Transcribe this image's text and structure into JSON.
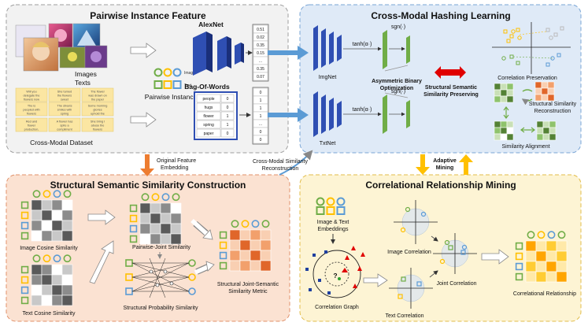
{
  "panels": {
    "pairwise": {
      "title": "Pairwise Instance Feature",
      "images_label": "Images",
      "texts_label": "Texts",
      "dataset_label": "Cross-Modal Dataset",
      "pairwise_label": "Pairwise Instance",
      "image_tag": "Image",
      "text_tag": "Text",
      "alexnet_label": "AlexNet",
      "bow_label": "Bag-Of-Words",
      "alex_vector": [
        "0.51",
        "0.02",
        "0.35",
        "0.15",
        "...",
        "0.35",
        "0.07"
      ],
      "bow_vector": [
        "0",
        "1",
        "1",
        "1",
        "...",
        "0",
        "0"
      ],
      "bow_rows": [
        {
          "word": "people",
          "count": "0"
        },
        {
          "word": "hugs",
          "count": "0"
        },
        {
          "word": "flower",
          "count": "1"
        },
        {
          "word": "spring",
          "count": "1"
        },
        {
          "word": "paper",
          "count": "0"
        }
      ],
      "caption_cards": [
        "Will you delegate the flowers now",
        "She turned the flowers sweet",
        "The flower was drawn on the paper",
        "The is peopled with flowers",
        "The streets smiles with spring flowers",
        "Some morning glories uphold the flowers by name",
        "Red and flower production, Merry Park",
        "A flower has spite a compliment structure",
        "She bring I abuse the flowers"
      ]
    },
    "hashing": {
      "title": "Cross-Modal Hashing Learning",
      "imgnet_label": "ImgNet",
      "txtnet_label": "TxtNet",
      "tanh_label": "tanh(α·)",
      "sgn_label": "sgn(·)",
      "asym_label_line1": "Asymmetric Binary",
      "asym_label_line2": "Optimization",
      "structural_line1": "Structural Semantic",
      "structural_line2": "Similarity Preserving",
      "corr_pres_label": "Correlation Preservation",
      "struct_recon_line1": "Structural Similarity",
      "struct_recon_line2": "Reconstruction",
      "sim_align_label": "Similarity Alignment"
    },
    "structural": {
      "title": "Structural Semantic Similarity Construction",
      "img_cos_label": "Image Cosine Similarity",
      "txt_cos_label": "Text Cosine Similarity",
      "pairwise_joint_label": "Pairwise-Joint Similarity",
      "prob_label": "Structural Probability Similarity",
      "metric_line1": "Structural Joint-Semantic",
      "metric_line2": "Similarity Metric"
    },
    "mining": {
      "title": "Correlational Relationship Mining",
      "embed_line1": "Image & Text",
      "embed_line2": "Embeddings",
      "graph_label": "Correlation Graph",
      "img_corr_label": "Image Correlation",
      "joint_corr_label": "Joint Correlation",
      "txt_corr_label": "Text Correlation",
      "rel_label": "Correlational Relationship"
    }
  },
  "connectors": {
    "original_line1": "Original Feature",
    "original_line2": "Embedding",
    "recon_line1": "Cross-Modal Similarity",
    "recon_line2": "Reconstruction",
    "adaptive_line1": "Adaptive",
    "adaptive_line2": "Mining"
  },
  "colors": {
    "green": "#70ad47",
    "orange": "#ed7d31",
    "yellow": "#ffc000",
    "blue": "#5b9bd5",
    "navy": "#1f3f9f",
    "red": "#e00000"
  }
}
